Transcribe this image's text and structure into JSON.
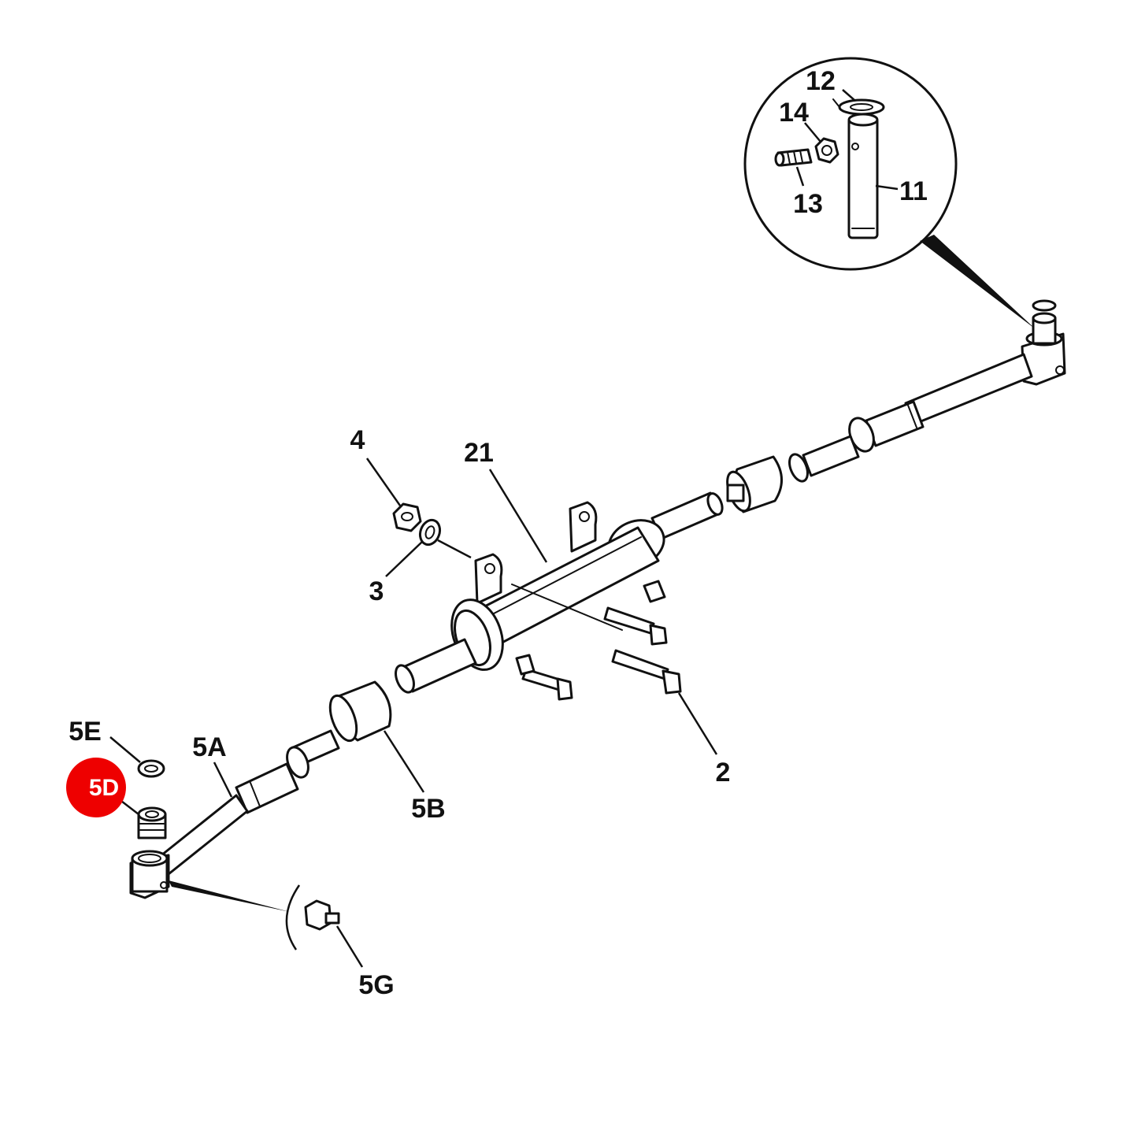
{
  "diagram": {
    "highlight_color": "#ee0000",
    "labels": {
      "p12": "12",
      "p14": "14",
      "p13": "13",
      "p11": "11",
      "p4": "4",
      "p21": "21",
      "p3": "3",
      "p2": "2",
      "p5E": "5E",
      "p5A": "5A",
      "p5D": "5D",
      "p5B": "5B",
      "p5G": "5G"
    },
    "highlighted_part": "5D"
  }
}
